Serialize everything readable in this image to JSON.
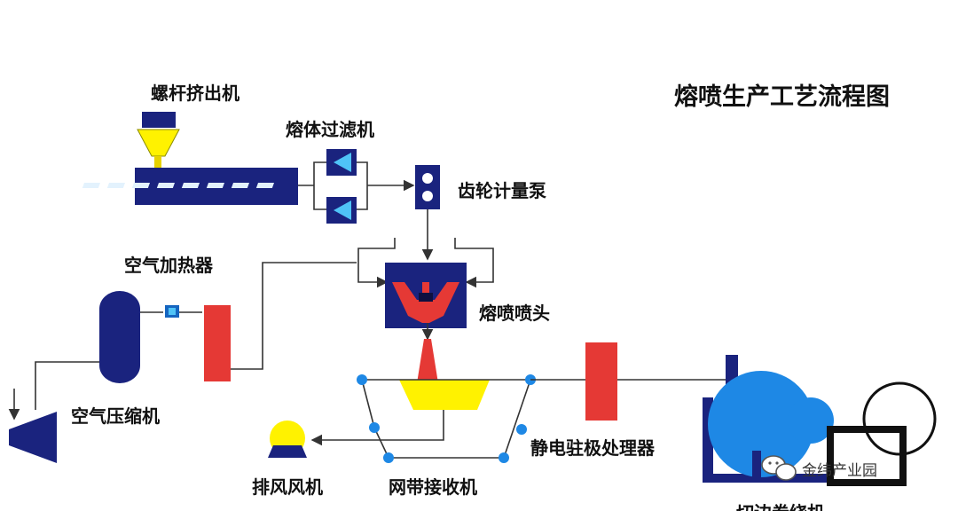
{
  "title": "熔喷生产工艺流程图",
  "labels": {
    "extruder": "螺杆挤出机",
    "melt_filter": "熔体过滤机",
    "gear_pump": "齿轮计量泵",
    "air_heater": "空气加热器",
    "die_head": "熔喷喷头",
    "air_compressor": "空气压缩机",
    "exhaust_fan": "排风风机",
    "belt_receiver": "网带接收机",
    "electret": "静电驻极处理器",
    "winder_partial": "切边卷绕机"
  },
  "watermark": "金纬产业园",
  "colors": {
    "navy": "#1a237e",
    "blue": "#1565c0",
    "bright_blue": "#1e88e5",
    "red": "#e53935",
    "yellow": "#fff200"
  },
  "icons": [
    "wechat-icon"
  ]
}
